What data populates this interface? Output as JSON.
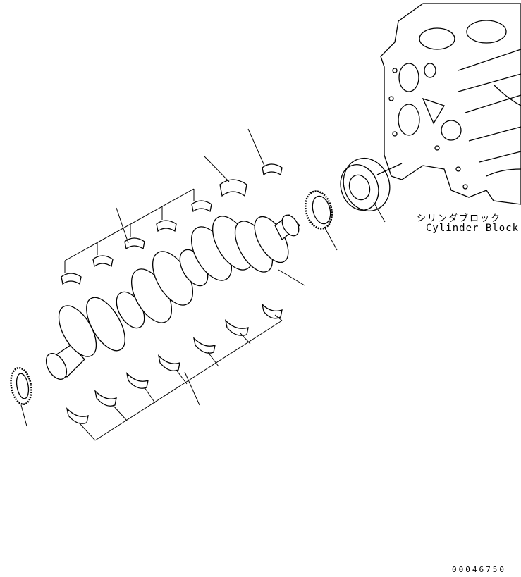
{
  "labels": {
    "part_name_jp": "シリンダブロック",
    "part_name_en": "Cylinder Block"
  },
  "drawing_number": "00046750",
  "line_color": "#000000",
  "background": "#ffffff"
}
